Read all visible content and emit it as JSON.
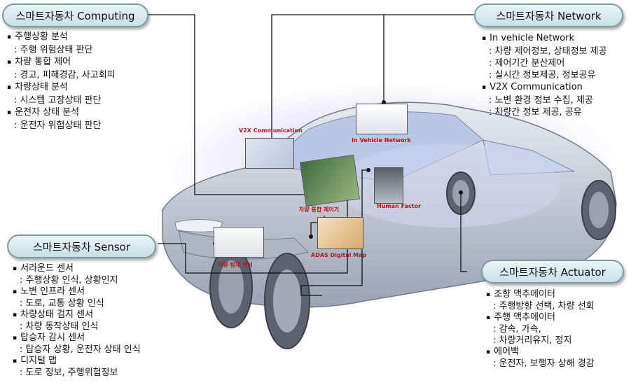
{
  "titles": {
    "computing": "스마트자동차 Computing",
    "network": "스마트자동차 Network",
    "sensor": "스마트자동차 Sensor",
    "actuator": "스마트자동차 Actuator"
  },
  "computing_items": [
    {
      "bullet": "주행상황 분석",
      "sub": "주행 위험상태 판단"
    },
    {
      "bullet": "차량 통합 제어",
      "sub": "경고, 피해경감, 사고회피"
    },
    {
      "bullet": "차량상태 분석",
      "sub": "시스템 고장상태 판단"
    },
    {
      "bullet": "운전자 상태 분석",
      "sub": "운전자 위험상태 판단"
    }
  ],
  "network_items": [
    {
      "bullet": "In vehicle Network",
      "subs": [
        "차량 제어정보, 상태정보 제공",
        "제어기간 분산제어",
        "실시간 정보제공, 정보공유"
      ]
    },
    {
      "bullet": "V2X Communication",
      "subs": [
        "노변 환경 정보 수집, 제공",
        "차량간 정보 제공, 공유"
      ]
    }
  ],
  "sensor_items": [
    {
      "bullet": "서라운드 센서",
      "sub": "주행상황 인식, 상황인지"
    },
    {
      "bullet": "노변 인프라 센서",
      "sub": "도로, 교통 상황 인식"
    },
    {
      "bullet": "차량상태 검지 센서",
      "sub": "차량 동작상태 인식"
    },
    {
      "bullet": "탑승자 감시 센서",
      "sub": "탑승자 상황, 운전자 상태 인식"
    },
    {
      "bullet": "디지털 맵",
      "sub": "도로 정보, 주행위험정보"
    }
  ],
  "actuator_items": [
    {
      "bullet": "조향 액추에이터",
      "subs": [
        "주행방향 선택, 차량 선회"
      ]
    },
    {
      "bullet": "주행 액추에이터",
      "subs": [
        "감속, 가속,",
        "차량거리유지, 정지"
      ]
    },
    {
      "bullet": "에어백",
      "subs": [
        "운전자, 보행자 상해 경감"
      ]
    }
  ],
  "image_labels": {
    "v2x": "V2X Communication",
    "in_vehicle": "In Vehicle Network",
    "integrated_control": "차량 통합 제어기",
    "human_factor": "Human Factor",
    "vehicle_sensor": "차량 탑재 센서",
    "adas_map": "ADAS Digital Map"
  }
}
